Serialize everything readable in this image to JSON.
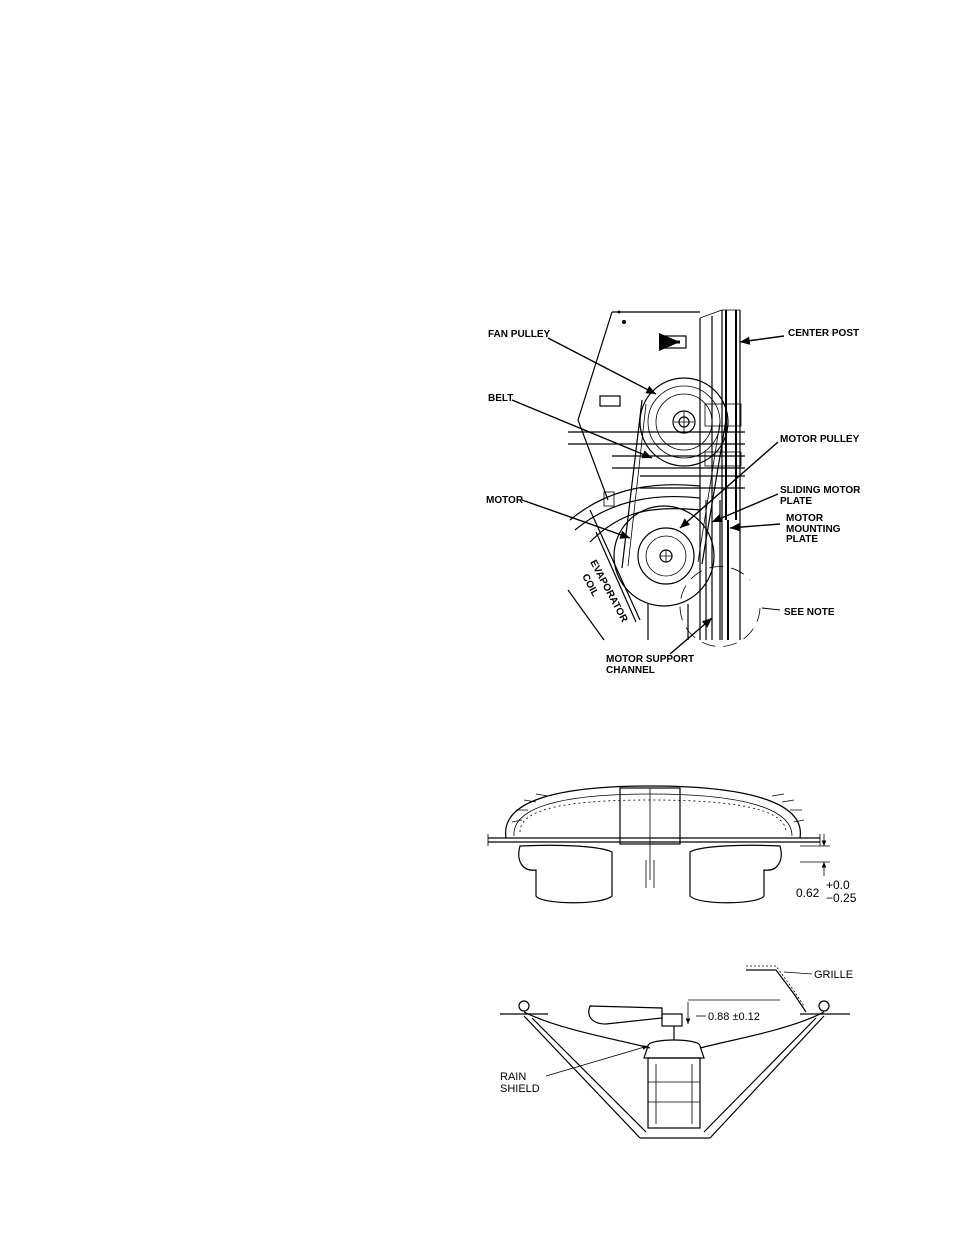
{
  "figure1": {
    "labels": {
      "fan_pulley": "FAN PULLEY",
      "center_post": "CENTER POST",
      "belt": "BELT",
      "motor_pulley": "MOTOR PULLEY",
      "sliding_motor_plate_1": "SLIDING MOTOR",
      "sliding_motor_plate_2": "PLATE",
      "motor": "MOTOR",
      "motor_mounting_plate_1": "MOTOR",
      "motor_mounting_plate_2": "MOUNTING",
      "motor_mounting_plate_3": "PLATE",
      "evaporator_coil_1": "EVAPORATOR",
      "evaporator_coil_2": "COIL",
      "see_note": "SEE NOTE",
      "motor_support_channel_1": "MOTOR SUPPORT",
      "motor_support_channel_2": "CHANNEL"
    }
  },
  "figure2": {
    "dimension_value": "0.62",
    "tolerance_plus": "+0.0",
    "tolerance_minus": "−0.25"
  },
  "figure3": {
    "labels": {
      "grille": "GRILLE",
      "rain_shield_1": "RAIN",
      "rain_shield_2": "SHIELD"
    },
    "dimension": "0.88 ±0.12"
  }
}
